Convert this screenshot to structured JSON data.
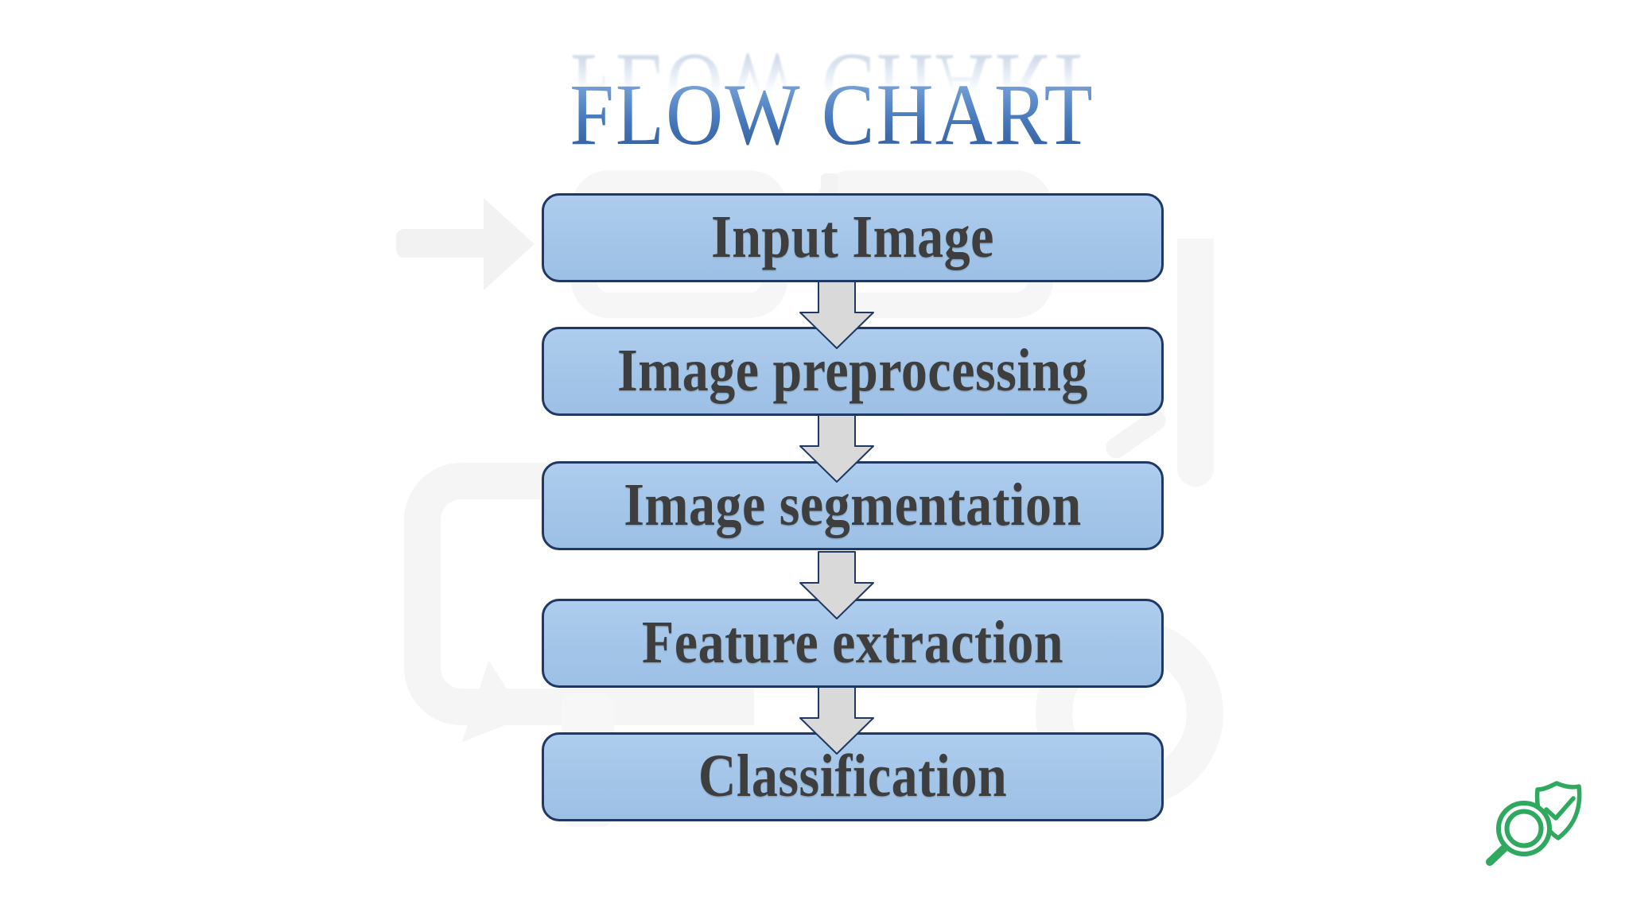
{
  "title": {
    "text": "FLOW CHART"
  },
  "flow": {
    "steps": [
      {
        "label": "Input Image"
      },
      {
        "label": "Image preprocessing"
      },
      {
        "label": "Image segmentation"
      },
      {
        "label": "Feature extraction"
      },
      {
        "label": "Classification"
      }
    ]
  },
  "colors": {
    "box_fill": "#a3c5e8",
    "box_border": "#1f3864",
    "box_text": "#3e3e3e",
    "arrow_fill": "#d9d9d9",
    "arrow_border": "#1f3864",
    "title_gradient_top": "#a9c4e6",
    "title_gradient_bottom": "#35619f",
    "badge_green": "#2fa95f",
    "watermark_gray": "#f5f5f5"
  },
  "icons": {
    "flow_arrow": "down-block-arrow-icon",
    "badge": "magnifier-shield-check-icon"
  }
}
